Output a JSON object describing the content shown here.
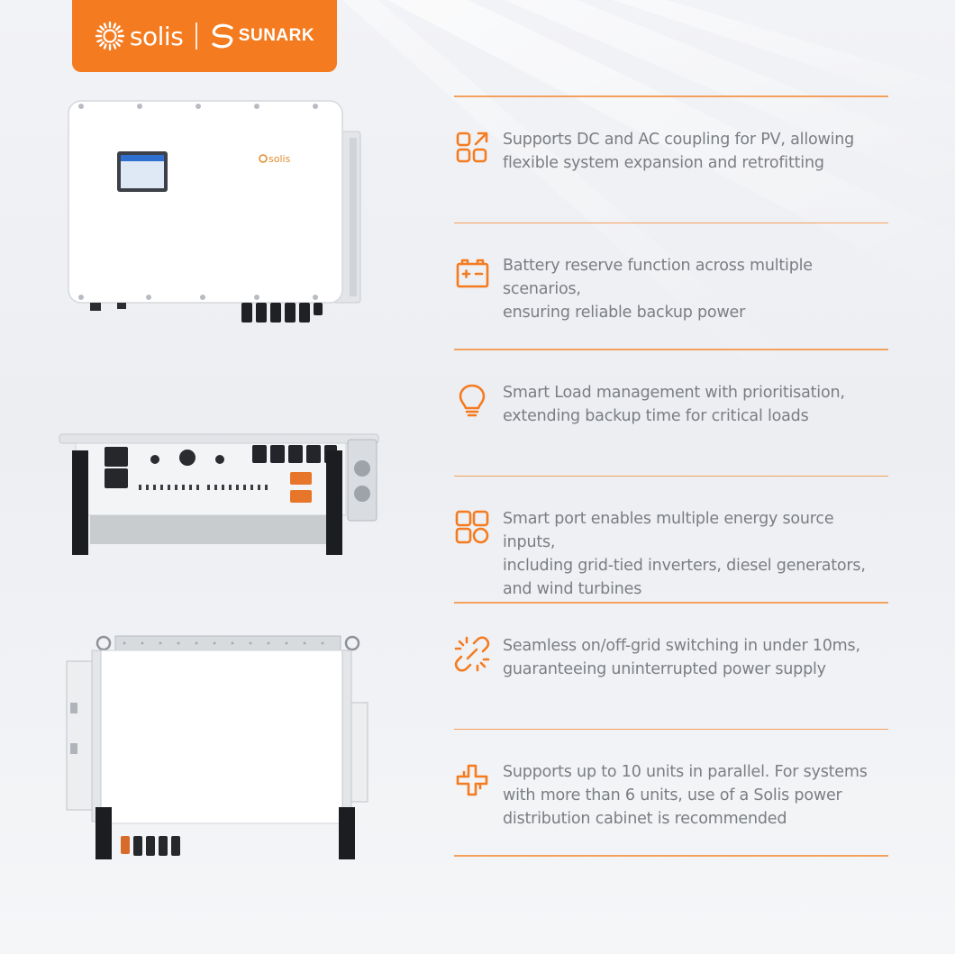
{
  "brand": {
    "solis_label": "solis",
    "sunark_label": "SUNARK",
    "device_logo_label": "solis",
    "accent_color": "#f47b20"
  },
  "features": [
    {
      "icon": "expand-arrow-grid-icon",
      "text": "Supports DC and AC coupling for PV, allowing\nflexible system expansion and retrofitting"
    },
    {
      "icon": "battery-icon",
      "text": "Battery reserve function across multiple scenarios,\nensuring reliable backup power"
    },
    {
      "icon": "lightbulb-icon",
      "text": "Smart Load management with prioritisation,\nextending backup time for critical loads"
    },
    {
      "icon": "four-squares-icon",
      "text": "Smart port enables multiple energy source inputs,\nincluding grid-tied inverters, diesel generators,\nand wind turbines"
    },
    {
      "icon": "broken-link-icon",
      "text": "Seamless on/off-grid switching in under 10ms,\nguaranteeing uninterrupted power supply"
    },
    {
      "icon": "parallel-connect-icon",
      "text": "Supports up to 10 units in parallel. For systems\nwith more than 6 units, use of a Solis power\ndistribution cabinet is recommended"
    }
  ]
}
